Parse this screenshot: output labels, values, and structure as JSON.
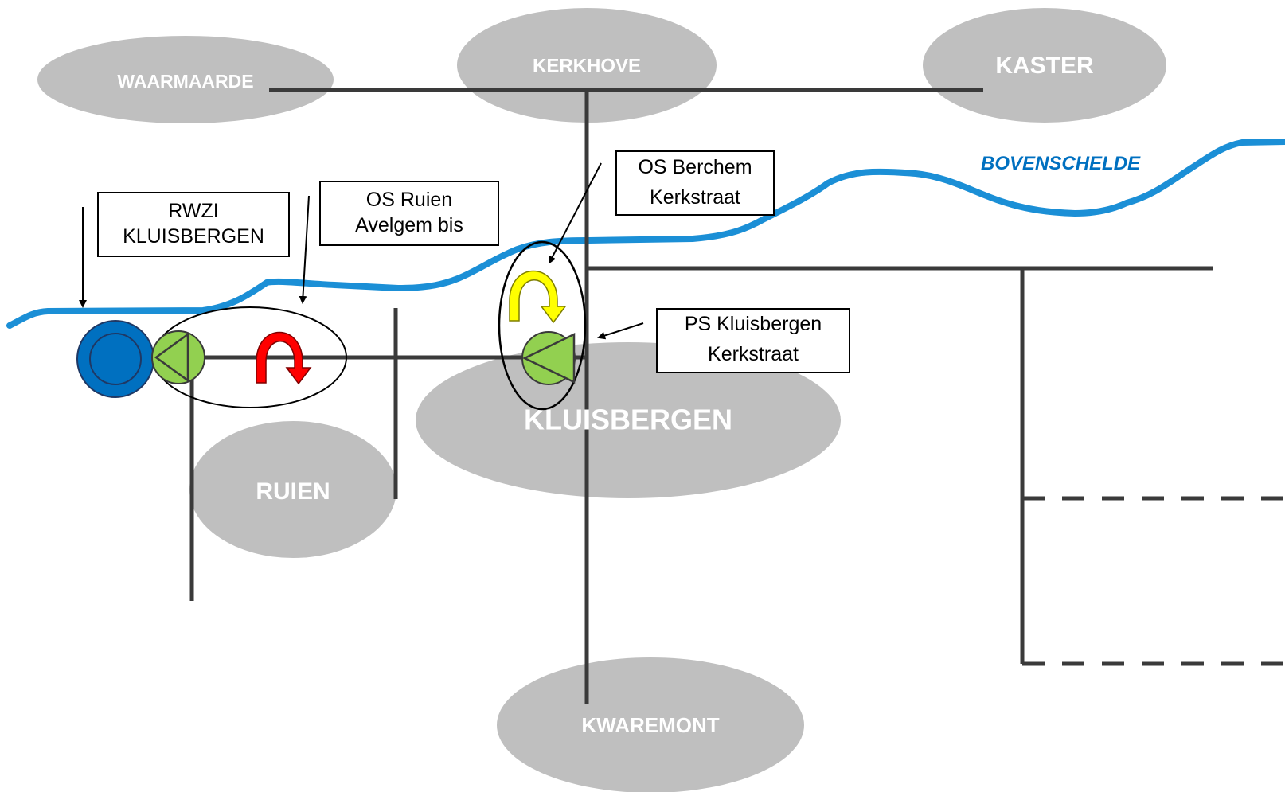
{
  "towns": {
    "waarmaarde": "WAARMAARDE",
    "kerkhove": "KERKHOVE",
    "kaster": "KASTER",
    "kluisbergen": "KLUISBERGEN",
    "ruien": "RUIEN",
    "kwaremont": "KWAREMONT"
  },
  "river": {
    "name": "BOVENSCHELDE",
    "color": "#1b8fd6"
  },
  "labels": {
    "rwzi": {
      "line1": "RWZI",
      "line2": "KLUISBERGEN"
    },
    "os_ruien": {
      "line1": "OS Ruien",
      "line2": "Avelgem bis"
    },
    "os_berchem": {
      "line1": "OS Berchem",
      "line2": "Kerkstraat"
    },
    "ps_kluisbergen": {
      "line1": "PS Kluisbergen",
      "line2": "Kerkstraat"
    }
  },
  "symbols": {
    "treatment_plant_color": "#0070c0",
    "pump_color": "#92d050",
    "overflow_ruien_color": "#ff0000",
    "overflow_berchem_color": "#ffff00",
    "town_color": "#bfbfbf"
  }
}
